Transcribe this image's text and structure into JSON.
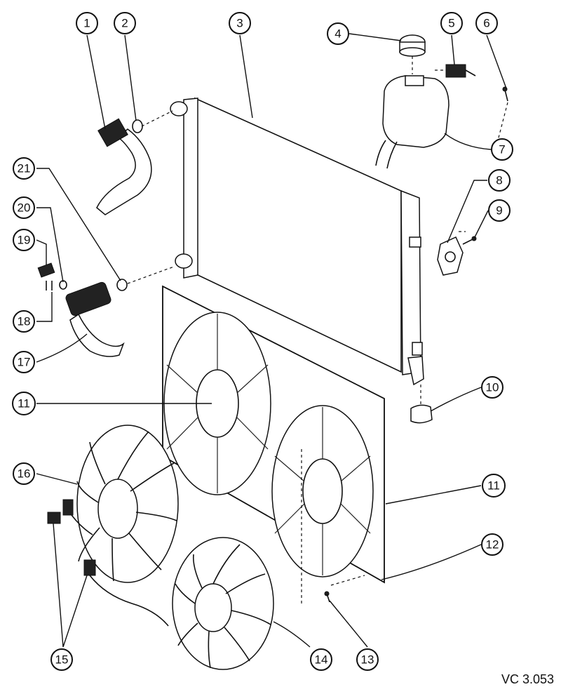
{
  "reference_code": "VC 3.053",
  "callouts": [
    "1",
    "2",
    "3",
    "4",
    "5",
    "6",
    "7",
    "8",
    "9",
    "10",
    "11",
    "11",
    "12",
    "13",
    "14",
    "15",
    "16",
    "17",
    "18",
    "19",
    "20",
    "21"
  ]
}
